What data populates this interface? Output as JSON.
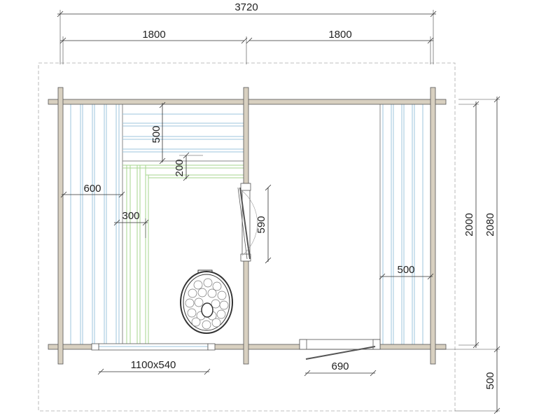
{
  "dimensions": {
    "overall_width": "3720",
    "left_room_width": "1800",
    "right_room_width": "1800",
    "upper_bench_depth": "500",
    "step_depth": "200",
    "left_bench_width": "600",
    "step_width": "300",
    "door_height": "590",
    "right_bench_width": "500",
    "window_size": "1100x540",
    "door_width": "690",
    "inner_depth": "2000",
    "outer_depth": "2080",
    "terrace_depth": "500"
  },
  "colors": {
    "wall": "#d8d0c0",
    "bench_lines": "#9cc6dd",
    "step_lines": "#a6d68e",
    "dimension_lines": "#333333"
  }
}
